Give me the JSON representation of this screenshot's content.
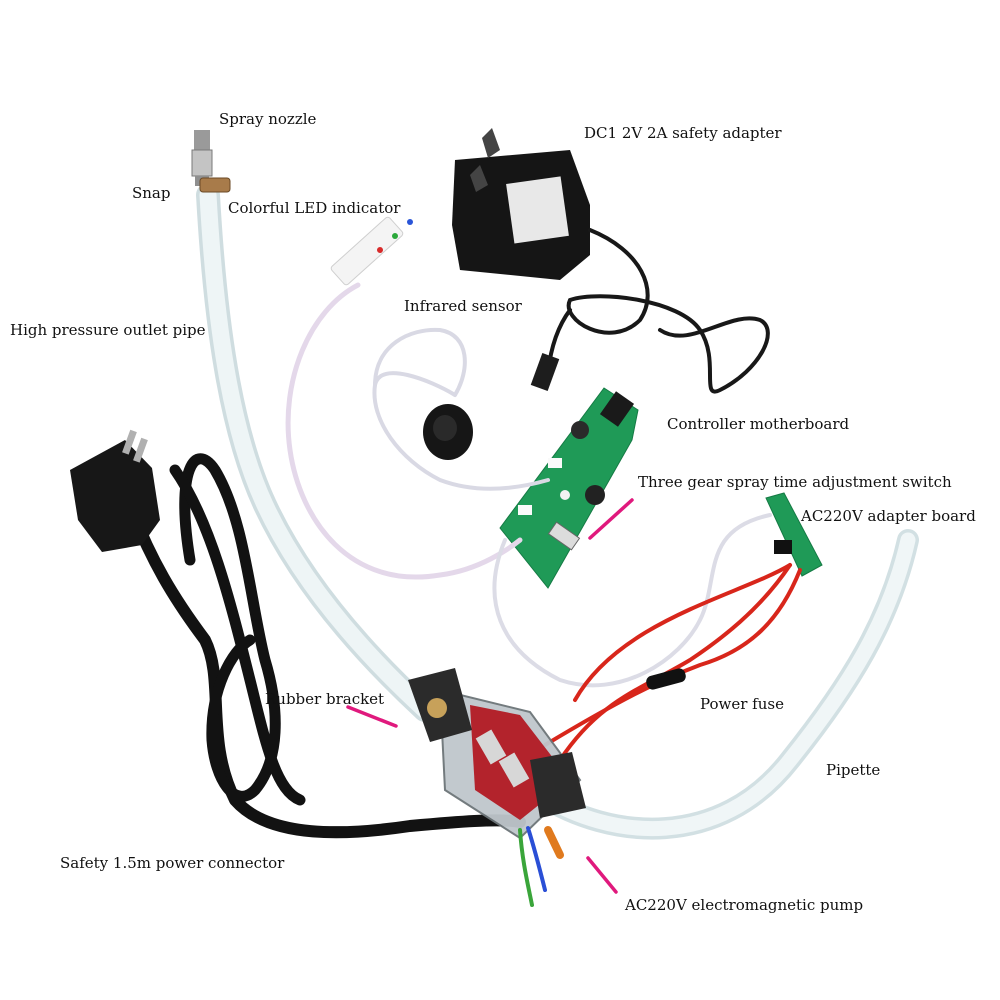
{
  "labels": {
    "spray_nozzle": "Spray nozzle",
    "safety_adapter": "DC1 2V 2A safety adapter",
    "snap": "Snap",
    "led_indicator": "Colorful LED indicator",
    "infrared_sensor": "Infrared sensor",
    "outlet_pipe": "High pressure outlet pipe",
    "motherboard": "Controller motherboard",
    "spray_switch": "Three gear spray time adjustment switch",
    "adapter_board": "AC220V adapter board",
    "rubber_bracket": "Rubber bracket",
    "power_fuse": "Power fuse",
    "pipette": "Pipette",
    "power_connector": "Safety 1.5m power connector",
    "pump": "AC220V electromagnetic pump"
  },
  "colors": {
    "pointer": "#e0197d",
    "tube": "#e4eef0",
    "cable_black": "#121212",
    "pcb_green": "#1f9a57",
    "wire_red": "#d8261b",
    "pump_red": "#b3232c"
  }
}
